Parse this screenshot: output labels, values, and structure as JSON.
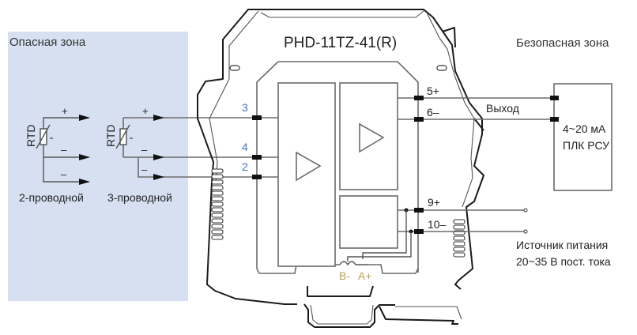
{
  "diagram": {
    "title": "PHD-11TZ-41(R)",
    "zones": {
      "hazardous": "Опасная зона",
      "safe": "Безопасная зона"
    },
    "sensors": [
      {
        "type_label": "RTD",
        "caption": "2-проводной",
        "signs": [
          "+",
          "–",
          "–"
        ]
      },
      {
        "type_label": "RTD",
        "caption": "3-проводной",
        "signs": [
          "+",
          "–",
          "–"
        ]
      }
    ],
    "input_terminals": [
      "3",
      "4",
      "2"
    ],
    "output_terminals": [
      "5+",
      "6–"
    ],
    "power_terminals": [
      "9+",
      "10–"
    ],
    "bus_terminals": [
      "B-",
      "A+"
    ],
    "output_label": "Выход",
    "load": {
      "line1": "4~20 мА",
      "line2": "ПЛК РСУ"
    },
    "power": {
      "line1": "Источник питания",
      "line2": "20~35 В пост. тока"
    },
    "colors": {
      "zone_fill": "#d6e0f0",
      "pin_blue": "#3a72c4",
      "pin_gold": "#b8a44a"
    }
  }
}
